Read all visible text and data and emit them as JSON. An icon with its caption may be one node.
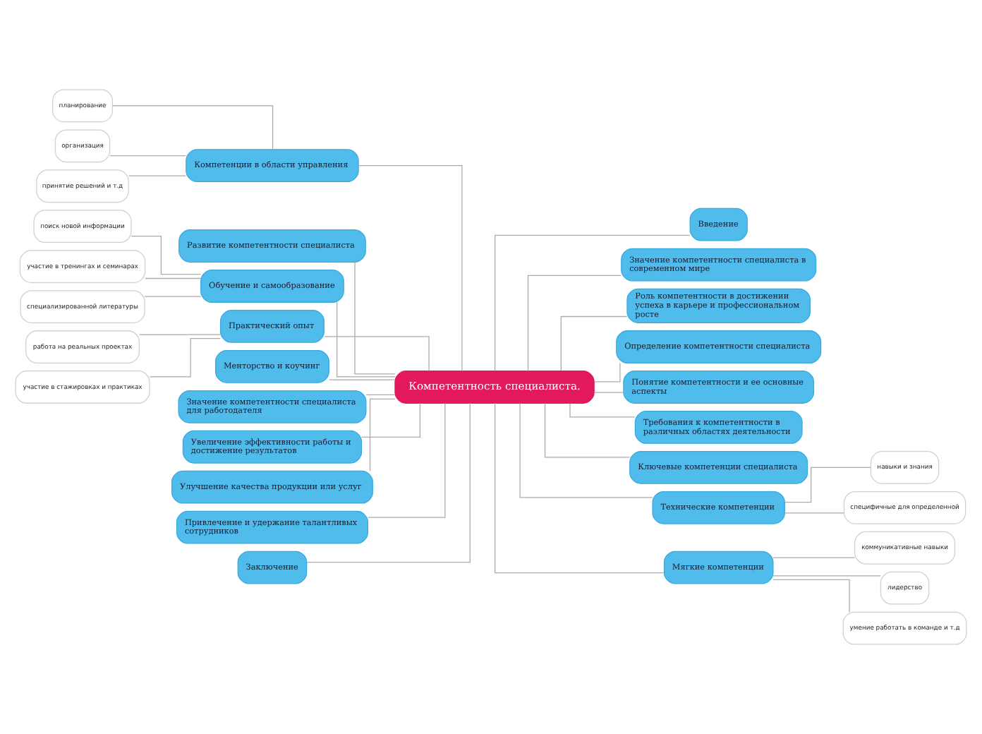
{
  "diagram": {
    "nodes": [
      {
        "text": [
          "Компетентность специалиста."
        ]
      },
      {
        "text": [
          "Компетенции в области управления"
        ]
      },
      {
        "text": [
          "планирование"
        ]
      },
      {
        "text": [
          "организация"
        ]
      },
      {
        "text": [
          "принятие решений и т.д"
        ]
      },
      {
        "text": [
          "Развитие компетентности специалиста"
        ]
      },
      {
        "text": [
          "Обучение и самообразование"
        ]
      },
      {
        "text": [
          "поиск новой информации"
        ]
      },
      {
        "text": [
          "участие в тренингах и семинарах"
        ]
      },
      {
        "text": [
          "специализированной литературы"
        ]
      },
      {
        "text": [
          "Практический опыт"
        ]
      },
      {
        "text": [
          "работа на реальных проектах"
        ]
      },
      {
        "text": [
          "участие в стажировках и практиках"
        ]
      },
      {
        "text": [
          "Менторство и коучинг"
        ]
      },
      {
        "text": [
          "Значение компетентности специалиста для работодателя"
        ]
      },
      {
        "text": [
          "Увеличение эффективности работы и достижение результатов"
        ]
      },
      {
        "text": [
          "Улучшение качества продукции или услуг"
        ]
      },
      {
        "text": [
          "Привлечение и удержание талантливых сотрудников"
        ]
      },
      {
        "text": [
          "Заключение"
        ]
      },
      {
        "text": [
          "Введение"
        ]
      },
      {
        "text": [
          "Значение компетентности специалиста в современном мире"
        ]
      },
      {
        "text": [
          "Роль компетентности в достижении успеха в карьере и профессиональном росте"
        ]
      },
      {
        "text": [
          "Определение компетентности специалиста"
        ]
      },
      {
        "text": [
          "Понятие компетентности и ее основные аспекты"
        ]
      },
      {
        "text": [
          "Требования к компетентности в различных областях деятельности"
        ]
      },
      {
        "text": [
          "Ключевые компетенции специалиста"
        ]
      },
      {
        "text": [
          "Технические компетенции"
        ]
      },
      {
        "text": [
          "навыки и знания"
        ]
      },
      {
        "text": [
          "специфичные для определенной"
        ]
      },
      {
        "text": [
          "Мягкие компетенции"
        ]
      },
      {
        "text": [
          "коммуникативные навыки"
        ]
      },
      {
        "text": [
          "лидерство"
        ]
      },
      {
        "text": [
          "умение работать в команде и т.д"
        ]
      }
    ],
    "edges": [
      {
        "from": 0,
        "to": 1,
        "arrow": "none"
      },
      {
        "from": 1,
        "to": 2,
        "arrow": "none"
      },
      {
        "from": 1,
        "to": 3,
        "arrow": "none"
      },
      {
        "from": 1,
        "to": 4,
        "arrow": "none"
      },
      {
        "from": 0,
        "to": 5,
        "arrow": "none"
      },
      {
        "from": 0,
        "to": 6,
        "arrow": "none"
      },
      {
        "from": 6,
        "to": 7,
        "arrow": "none"
      },
      {
        "from": 6,
        "to": 8,
        "arrow": "none"
      },
      {
        "from": 6,
        "to": 9,
        "arrow": "none"
      },
      {
        "from": 0,
        "to": 10,
        "arrow": "none"
      },
      {
        "from": 10,
        "to": 11,
        "arrow": "none"
      },
      {
        "from": 10,
        "to": 12,
        "arrow": "none"
      },
      {
        "from": 0,
        "to": 13,
        "arrow": "none"
      },
      {
        "from": 0,
        "to": 14,
        "arrow": "none"
      },
      {
        "from": 0,
        "to": 15,
        "arrow": "none"
      },
      {
        "from": 0,
        "to": 16,
        "arrow": "none"
      },
      {
        "from": 0,
        "to": 17,
        "arrow": "none"
      },
      {
        "from": 0,
        "to": 18,
        "arrow": "none"
      },
      {
        "from": 0,
        "to": 19,
        "arrow": "none"
      },
      {
        "from": 0,
        "to": 20,
        "arrow": "none"
      },
      {
        "from": 0,
        "to": 21,
        "arrow": "none"
      },
      {
        "from": 0,
        "to": 22,
        "arrow": "none"
      },
      {
        "from": 0,
        "to": 23,
        "arrow": "none"
      },
      {
        "from": 0,
        "to": 24,
        "arrow": "none"
      },
      {
        "from": 0,
        "to": 25,
        "arrow": "none"
      },
      {
        "from": 0,
        "to": 26,
        "arrow": "none"
      },
      {
        "from": 26,
        "to": 27,
        "arrow": "none"
      },
      {
        "from": 26,
        "to": 28,
        "arrow": "none"
      },
      {
        "from": 0,
        "to": 29,
        "arrow": "none"
      },
      {
        "from": 29,
        "to": 30,
        "arrow": "none"
      },
      {
        "from": 29,
        "to": 31,
        "arrow": "none"
      },
      {
        "from": 29,
        "to": 32,
        "arrow": "none"
      }
    ]
  }
}
